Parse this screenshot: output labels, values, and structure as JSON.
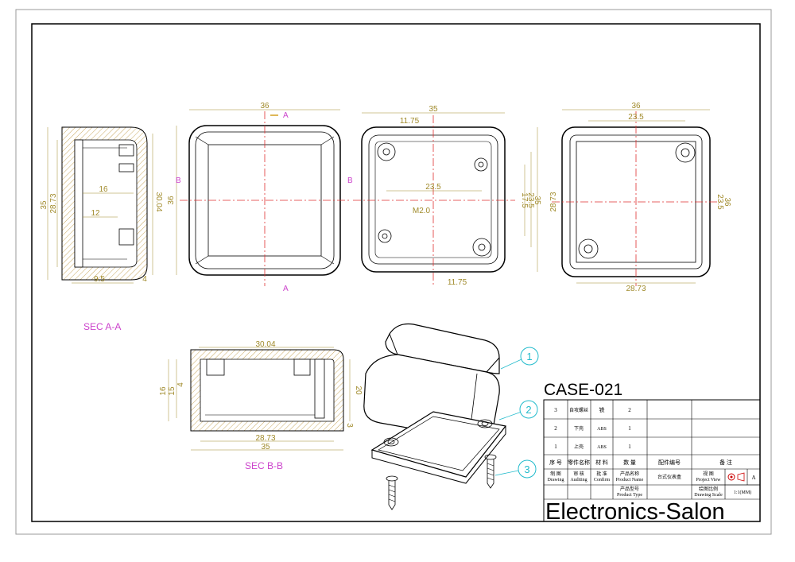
{
  "drawing": {
    "title": "CASE-021",
    "brand": "Electronics-Salon",
    "sections": {
      "a": "SEC A-A",
      "b": "SEC B-B"
    },
    "markers": {
      "a": "A",
      "b": "B"
    },
    "balloons": [
      "1",
      "2",
      "3"
    ],
    "dims": {
      "front_w": "36",
      "front_h": "36",
      "back_w": "35",
      "back_h": "35",
      "back_1175_top": "11.75",
      "back_1175_bot": "11.75",
      "back_235": "23.5",
      "back_175": "17.5",
      "back_235v": "23.5",
      "back_m2": "M2.0",
      "right_w": "36",
      "right_235": "23.5",
      "right_2873": "28.73",
      "right_235v": "23.5",
      "right_36v": "36",
      "right_2873b": "28.73",
      "seca_35": "35",
      "seca_2873": "28.73",
      "seca_16": "16",
      "seca_12": "12",
      "seca_3004": "30.04",
      "seca_95": "9.5",
      "seca_4": "4",
      "secb_3004": "30.04",
      "secb_16": "16",
      "secb_15": "15",
      "secb_4": "4",
      "secb_20": "20",
      "secb_3": "3",
      "secb_2873": "28.73",
      "secb_35": "35"
    },
    "table": {
      "rows": [
        {
          "no": "3",
          "name": "自攻螺丝",
          "material": "铁",
          "qty": "2",
          "code": "",
          "note": ""
        },
        {
          "no": "2",
          "name": "下壳",
          "material": "ABS",
          "qty": "1",
          "code": "",
          "note": ""
        },
        {
          "no": "1",
          "name": "上壳",
          "material": "ABS",
          "qty": "1",
          "code": "",
          "note": ""
        }
      ],
      "header": {
        "no": "序 号",
        "name": "零件名称",
        "material": "材 料",
        "qty": "数 量",
        "code": "配件编号",
        "note": "备 注"
      },
      "footer": {
        "drawing_cn": "制 图",
        "drawing_en": "Drawing",
        "auditing_cn": "审 核",
        "auditing_en": "Auditing",
        "confirm_cn": "批 准",
        "confirm_en": "Confirm",
        "product_name_cn": "产品名称",
        "product_name_en": "Product Name",
        "product_name_val": "台式仪表盒",
        "project_view_cn": "视 图",
        "project_view_en": "Project View",
        "view_letter": "A",
        "product_type_cn": "产品型号",
        "product_type_en": "Product Type",
        "scale_cn": "绘图比例",
        "scale_en": "Drawing Scale",
        "scale_val": "1:1(MM)"
      }
    }
  },
  "colors": {
    "line": "#000000",
    "center": "#e03030",
    "dim": "#a08a2a",
    "section": "#cc44cc",
    "balloon": "#22bbcc",
    "hatch": "#c8a860"
  }
}
